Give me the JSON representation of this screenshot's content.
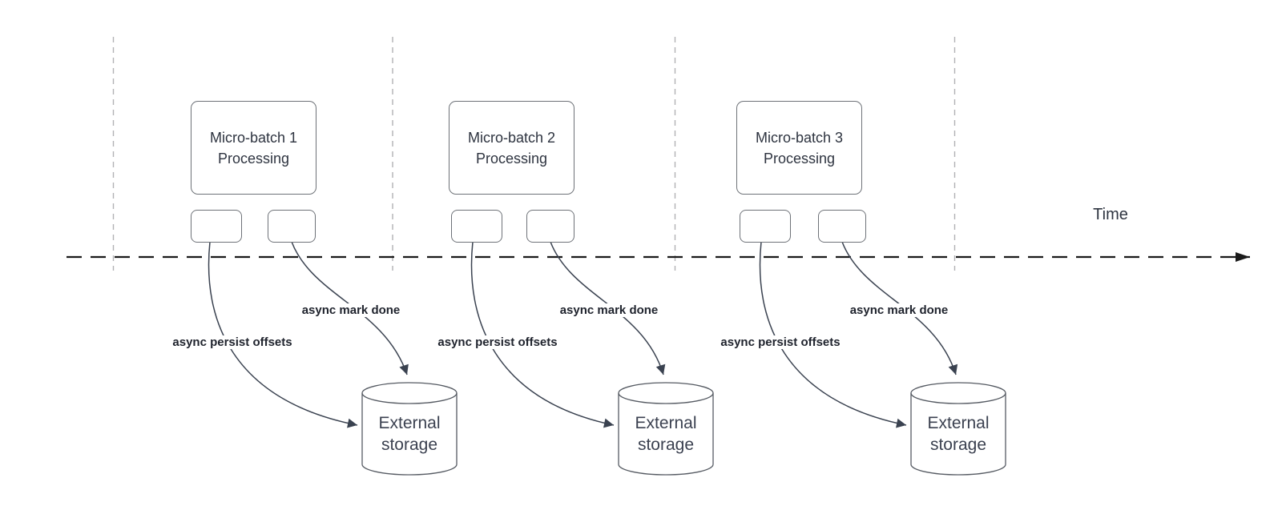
{
  "diagram": {
    "time_label": "Time",
    "batches": [
      {
        "box_line1": "Micro-batch 1",
        "box_line2": "Processing",
        "persist_label": "async persist offsets",
        "done_label": "async mark done",
        "storage_line1": "External",
        "storage_line2": "storage"
      },
      {
        "box_line1": "Micro-batch 2",
        "box_line2": "Processing",
        "persist_label": "async persist offsets",
        "done_label": "async mark done",
        "storage_line1": "External",
        "storage_line2": "storage"
      },
      {
        "box_line1": "Micro-batch 3",
        "box_line2": "Processing",
        "persist_label": "async persist offsets",
        "done_label": "async mark done",
        "storage_line1": "External",
        "storage_line2": "storage"
      }
    ]
  },
  "colors": {
    "arrow_curve": "#3a4250",
    "time_axis": "#1a1a1a",
    "guide_line": "#b1b1b4",
    "shape_border": "#6e7278",
    "cylinder_border": "#565b63",
    "edge_label_text": "#20242e",
    "shape_text": "#2e3440"
  }
}
